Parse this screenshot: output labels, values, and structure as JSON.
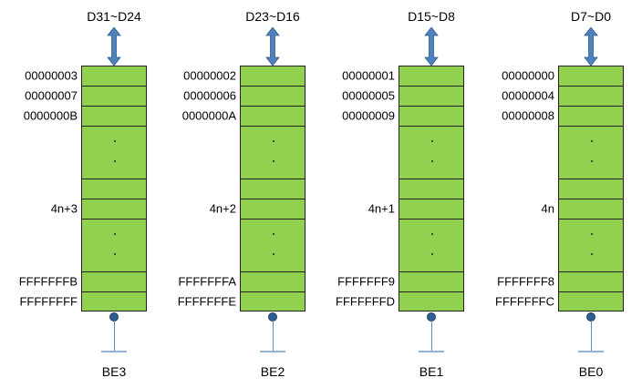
{
  "banks": [
    {
      "bus": "D31~D24",
      "enable": "BE3",
      "addresses": [
        "00000003",
        "00000007",
        "0000000B",
        "4n+3",
        "FFFFFFFB",
        "FFFFFFFF"
      ]
    },
    {
      "bus": "D23~D16",
      "enable": "BE2",
      "addresses": [
        "00000002",
        "00000006",
        "0000000A",
        "4n+2",
        "FFFFFFFA",
        "FFFFFFFE"
      ]
    },
    {
      "bus": "D15~D8",
      "enable": "BE1",
      "addresses": [
        "00000001",
        "00000005",
        "00000009",
        "4n+1",
        "FFFFFFF9",
        "FFFFFFFD"
      ]
    },
    {
      "bus": "D7~D0",
      "enable": "BE0",
      "addresses": [
        "00000000",
        "00000004",
        "00000008",
        "4n",
        "FFFFFFF8",
        "FFFFFFFC"
      ]
    }
  ],
  "colors": {
    "cell_fill": "#92d050",
    "arrow": "#4f81bd",
    "pin": "#2e5f94"
  },
  "icons": {
    "bus_arrow": "double-vertical-arrow-icon",
    "enable_pin": "pin-ground-icon"
  }
}
